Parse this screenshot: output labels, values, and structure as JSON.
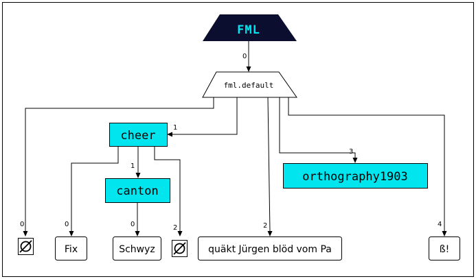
{
  "colors": {
    "root_fill": "#0b0e2e",
    "root_text": "#00e5ee",
    "cyan_fill": "#00e5ee",
    "text": "#000000",
    "box_stroke": "#000000",
    "frame": "#000000"
  },
  "root": {
    "label": "FML"
  },
  "default": {
    "label": "fml.default"
  },
  "cheer": {
    "label": "cheer"
  },
  "canton": {
    "label": "canton"
  },
  "orthography": {
    "label": "orthography1903"
  },
  "leaves": {
    "fix": "Fix",
    "schwyz": "Schwyz",
    "quakt": "quäkt Jürgen blöd vom Pa",
    "sz": "ß!"
  },
  "empty_set_icon": "empty-set",
  "edge_labels": {
    "root_default": "0",
    "default_empty": "0",
    "default_cheer": "1",
    "cheer_fix": "0",
    "cheer_canton": "1",
    "canton_schwyz": "0",
    "cheer_empty": "2",
    "default_quakt": "2",
    "default_ortho": "3",
    "default_sz": "4"
  }
}
